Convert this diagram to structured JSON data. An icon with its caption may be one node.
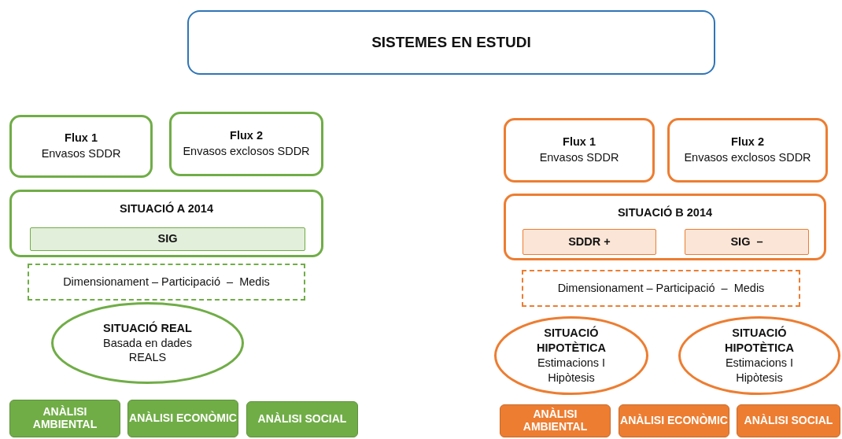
{
  "diagram": {
    "nodes": [
      {
        "text": [
          "SISTEMES EN ESTUDI"
        ]
      },
      {
        "text": [
          "Flux 1",
          "Envasos SDDR"
        ]
      },
      {
        "text": [
          "Flux 2",
          "Envasos exclosos SDDR"
        ]
      },
      {
        "text": [
          "SITUACIÓ A 2014"
        ]
      },
      {
        "text": [
          "SIG"
        ],
        "in": 3
      },
      {
        "text": [
          "Dimensionament – Participació  –  Medis"
        ]
      },
      {
        "text": [
          "SITUACIÓ REAL",
          "Basada en dades REALS"
        ]
      },
      {
        "text": [
          "ANÀLISI AMBIENTAL"
        ]
      },
      {
        "text": [
          "ANÀLISI ECONÒMIC"
        ]
      },
      {
        "text": [
          "ANÀLISI SOCIAL"
        ]
      },
      {
        "text": [
          "Flux 1",
          "Envasos SDDR"
        ]
      },
      {
        "text": [
          "Flux 2",
          "Envasos exclosos SDDR"
        ]
      },
      {
        "text": [
          "SITUACIÓ B 2014"
        ]
      },
      {
        "text": [
          "SDDR +"
        ],
        "in": 12
      },
      {
        "text": [
          "SIG  –"
        ],
        "in": 12
      },
      {
        "text": [
          "Dimensionament – Participació  –  Medis"
        ]
      },
      {
        "text": [
          "SITUACIÓ HIPOTÈTICA",
          "Estimacions I Hipòtesis"
        ]
      },
      {
        "text": [
          "SITUACIÓ HIPOTÈTICA",
          "Estimacions I Hipòtesis"
        ]
      },
      {
        "text": [
          "ANÀLISI AMBIENTAL"
        ]
      },
      {
        "text": [
          "ANÀLISI ECONÒMIC"
        ]
      },
      {
        "text": [
          "ANÀLISI SOCIAL"
        ]
      }
    ],
    "edges": []
  }
}
